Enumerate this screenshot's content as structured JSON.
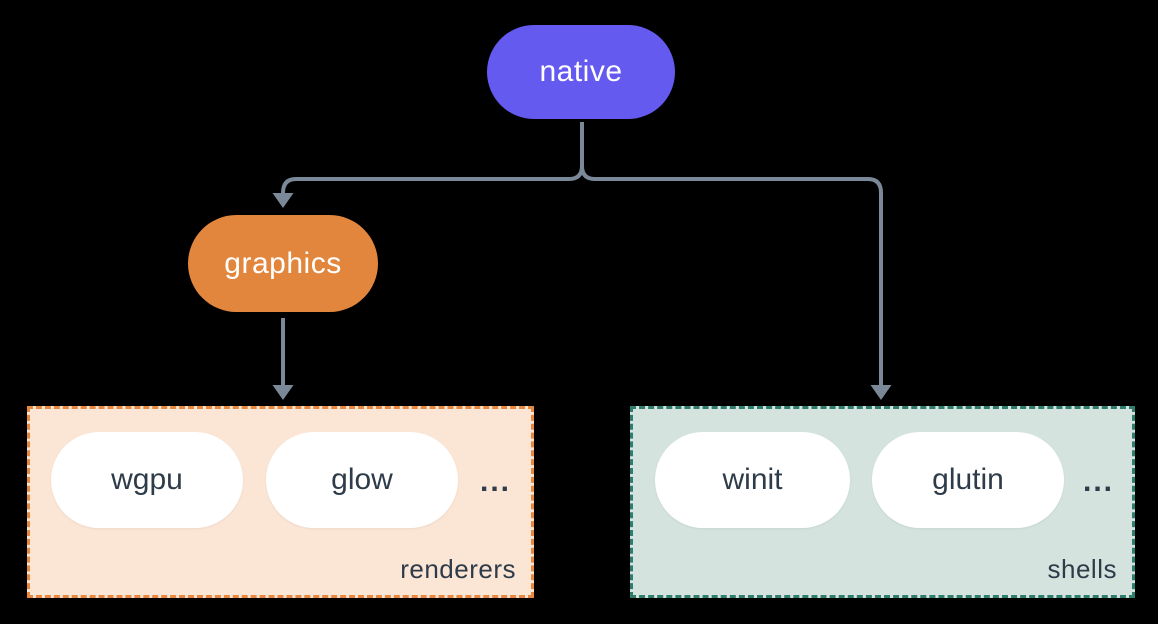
{
  "diagram": {
    "background": "#000000",
    "connector_color": "#7a8898",
    "nodes": {
      "native": {
        "label": "native",
        "color": "#655af0"
      },
      "graphics": {
        "label": "graphics",
        "color": "#e2863d"
      }
    },
    "groups": {
      "renderers": {
        "label": "renderers",
        "items": [
          "wgpu",
          "glow"
        ],
        "ellipsis": "...",
        "fill": "#fbe5d5",
        "border": "#e8873f"
      },
      "shells": {
        "label": "shells",
        "items": [
          "winit",
          "glutin"
        ],
        "ellipsis": "...",
        "fill": "#d4e3dd",
        "border": "#2e7d6d"
      }
    }
  }
}
